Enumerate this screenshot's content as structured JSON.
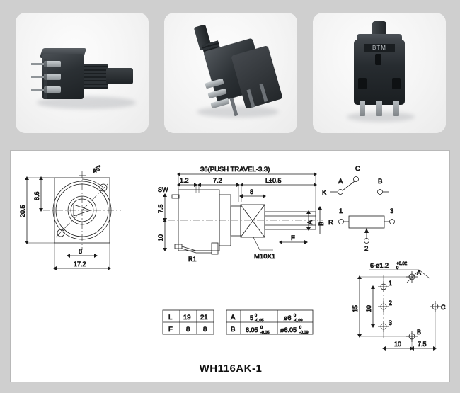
{
  "product": {
    "part_number": "WH116AK-1",
    "housing_marking": "BTM"
  },
  "photos": [
    {
      "name": "photo-side-view",
      "caption": ""
    },
    {
      "name": "photo-angled-view",
      "caption": ""
    },
    {
      "name": "photo-front-view",
      "caption": ""
    }
  ],
  "drawings": {
    "front_view": {
      "title": "",
      "dimensions": {
        "angle": "45°",
        "hole_offset": "8.6",
        "height": "20.5",
        "bushing": "8",
        "width": "17.2"
      }
    },
    "side_view": {
      "overall": "36(PUSH TRAVEL-3.3)",
      "dim_1": "1.2",
      "dim_2": "7.2",
      "dim_L": "L±0.5",
      "dim_8": "8",
      "label_sw": "SW",
      "dim_7_5": "7.5",
      "dim_10": "10",
      "thread": "M10X1",
      "dim_F": "F",
      "dim_A": "A",
      "dim_B": "B",
      "label_r1": "R1"
    },
    "schematic": {
      "terminal_k": "K",
      "terminal_a": "A",
      "terminal_c": "C",
      "terminal_b": "B",
      "resistor_label": "R",
      "pin_1": "1",
      "pin_2": "2",
      "pin_3": "3"
    },
    "pcb_layout": {
      "hole_callout_main": "6-",
      "hole_callout_dia": "ø1.2",
      "hole_tol_upper": "+0.02",
      "hole_tol_lower": "0",
      "pad_1": "1",
      "pad_2": "2",
      "pad_3": "3",
      "pad_a": "A",
      "pad_b": "B",
      "pad_c": "C",
      "dim_15": "15",
      "dim_10_vert": "10",
      "dim_10_horiz": "10",
      "dim_7_5": "7.5"
    }
  },
  "tables": {
    "lf_table": {
      "rows": [
        {
          "label": "L",
          "v1": "19",
          "v2": "21"
        },
        {
          "label": "F",
          "v1": "8",
          "v2": "8"
        }
      ]
    },
    "ab_table": {
      "rows": [
        {
          "label": "A",
          "flat_nom": "5",
          "flat_up": "0",
          "flat_low": "-0.05",
          "dia_nom": "ø6",
          "dia_up": "0",
          "dia_low": "-0.09"
        },
        {
          "label": "B",
          "flat_nom": "6.05",
          "flat_up": "0",
          "flat_low": "-0.05",
          "dia_nom": "ø6.05",
          "dia_up": "0",
          "dia_low": "-0.09"
        }
      ]
    }
  },
  "colors": {
    "page_bg": "#cfcfcf",
    "card_bg": "#f7f7f7",
    "panel_bg": "#ffffff",
    "ink": "#1a1a1a",
    "part_body": "#2b2f33"
  }
}
